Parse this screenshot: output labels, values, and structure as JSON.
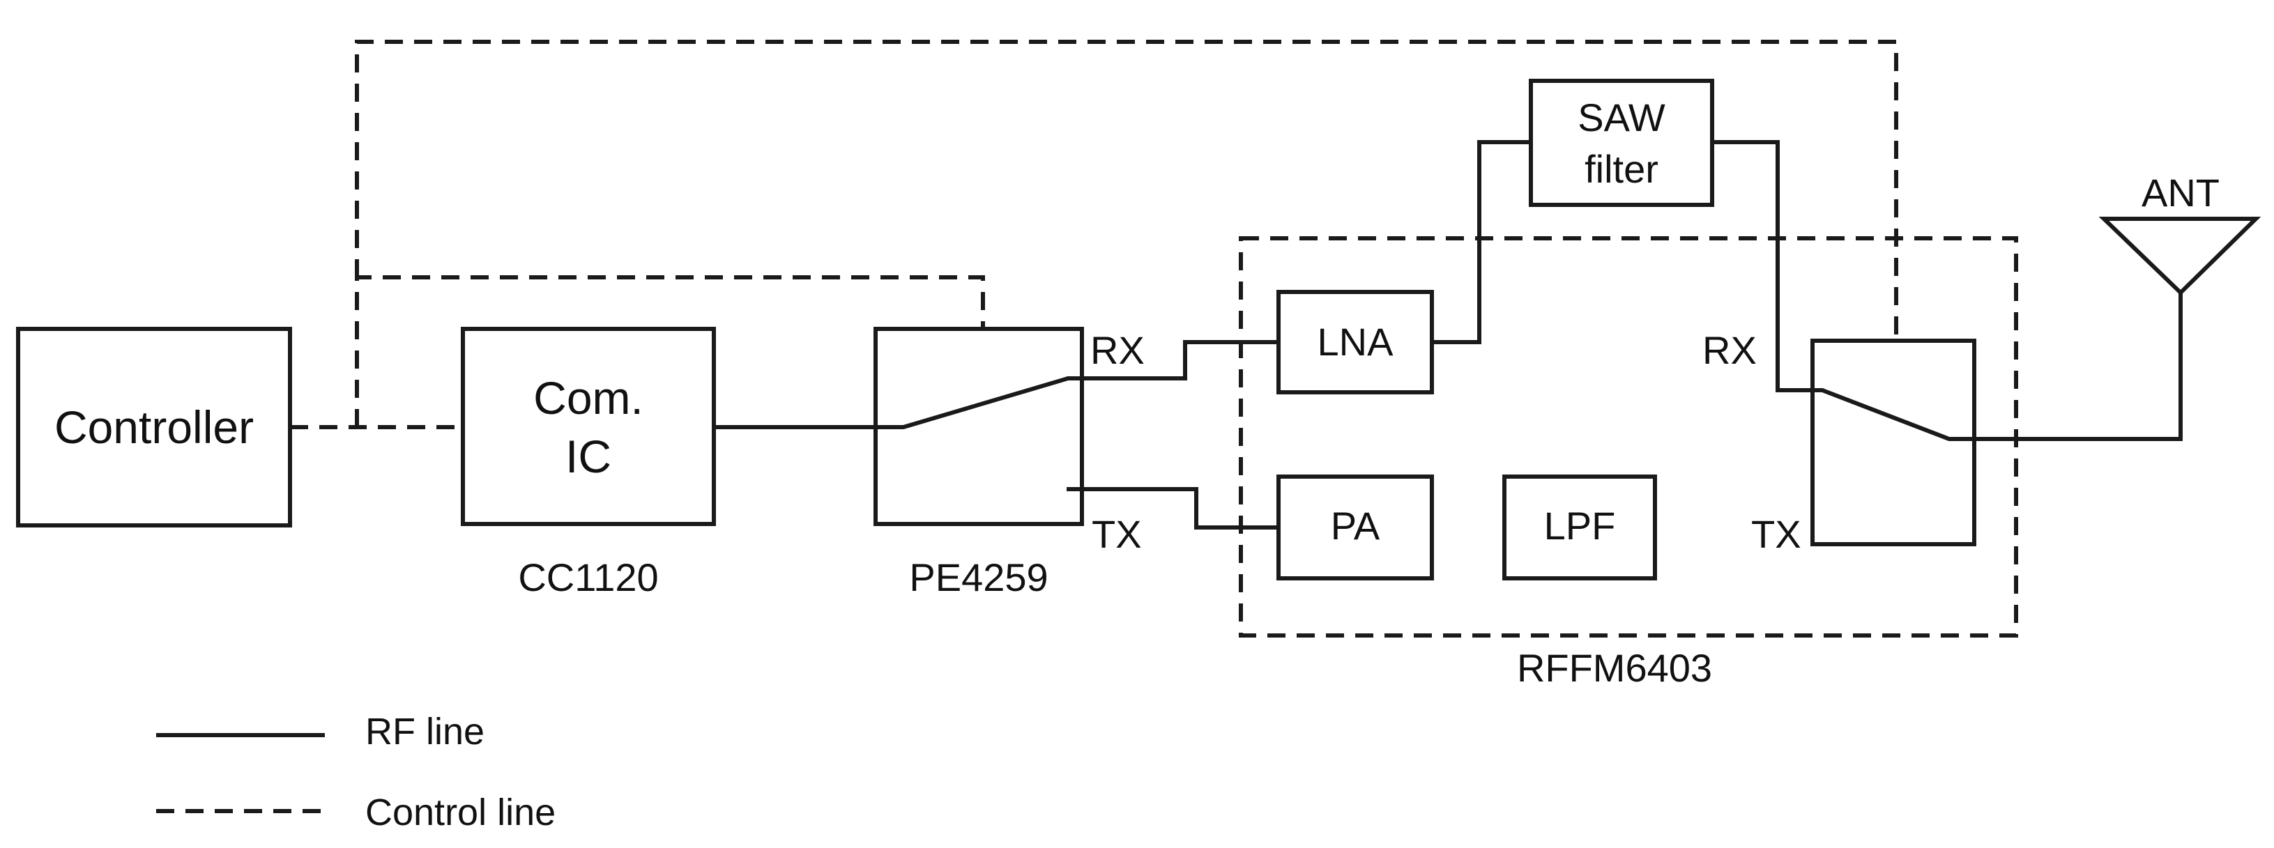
{
  "blocks": {
    "controller": "Controller",
    "com_ic_line1": "Com.",
    "com_ic_line2": "IC",
    "lna": "LNA",
    "pa": "PA",
    "lpf": "LPF",
    "saw_line1": "SAW",
    "saw_line2": "filter",
    "antenna": "ANT"
  },
  "part_numbers": {
    "com_ic": "CC1120",
    "switch1": "PE4259",
    "fem": "RFFM6403"
  },
  "ports": {
    "switch1_rx": "RX",
    "switch1_tx": "TX",
    "switch2_rx": "RX",
    "switch2_tx": "TX"
  },
  "legend": {
    "rf_line": "RF line",
    "control_line": "Control line"
  }
}
